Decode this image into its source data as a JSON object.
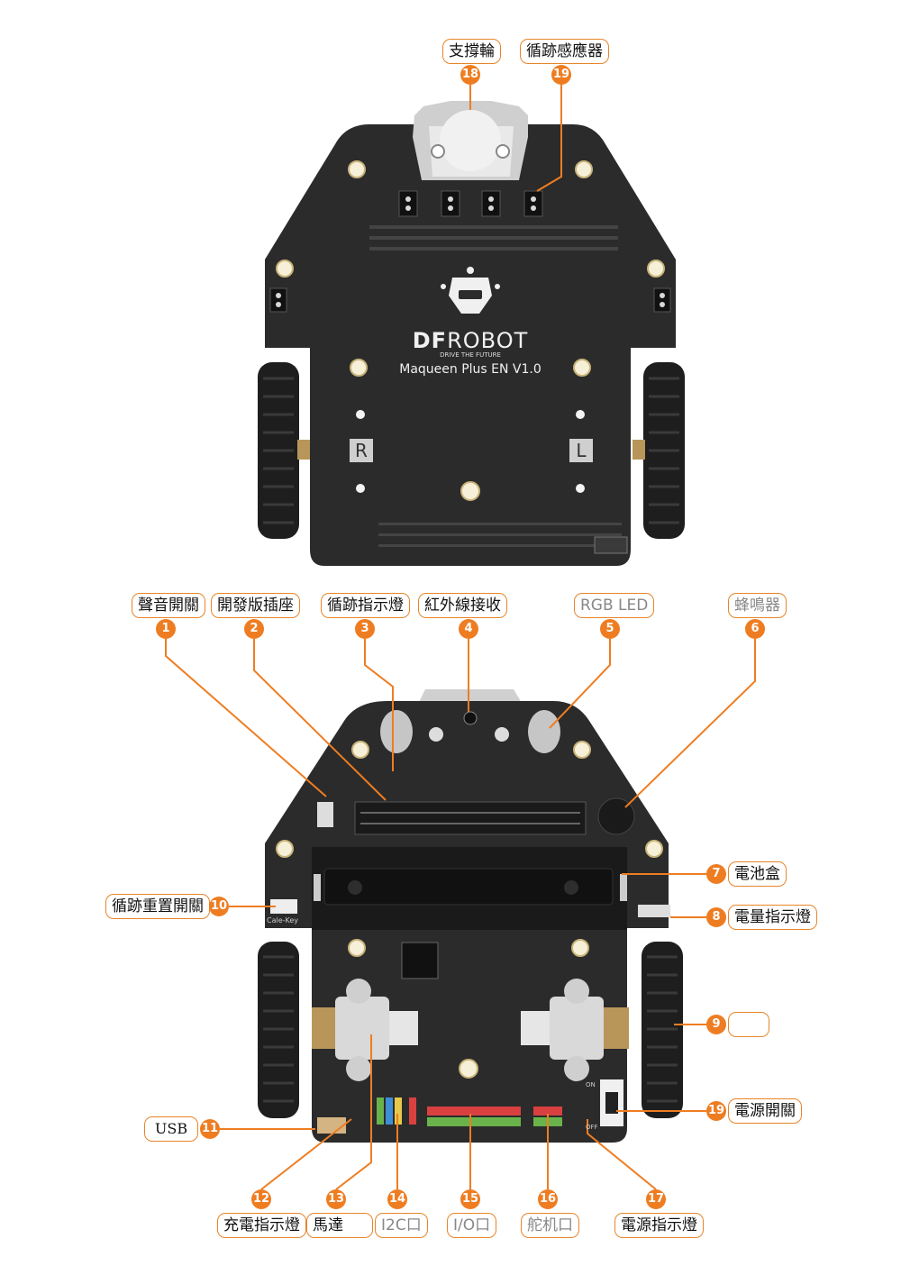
{
  "top_labels": [
    "支撐輪",
    "循跡感應器"
  ],
  "top_numbers": [
    "18",
    "19"
  ],
  "board": {
    "brand_dark": "DF",
    "brand_light": "ROBOT",
    "tagline": "DRIVE THE FUTURE",
    "model": "Maqueen Plus EN V1.0",
    "side_left": "R",
    "side_right": "L",
    "cal_key": "Cale-Key",
    "on": "ON",
    "off": "OFF"
  },
  "bottom_labels": [
    {
      "num": "1",
      "text": "聲音開關"
    },
    {
      "num": "2",
      "text": "開發版插座"
    },
    {
      "num": "3",
      "text": "循跡指示燈"
    },
    {
      "num": "4",
      "text": "紅外線接收"
    },
    {
      "num": "5",
      "text": "RGB LED"
    },
    {
      "num": "6",
      "text": "蜂鳴器"
    },
    {
      "num": "7",
      "text": "電池盒"
    },
    {
      "num": "8",
      "text": "電量指示燈"
    },
    {
      "num": "9",
      "text": ""
    },
    {
      "num": "10",
      "text": "循跡重置開關"
    },
    {
      "num": "11",
      "text": "USB"
    },
    {
      "num": "12",
      "text": "充電指示燈"
    },
    {
      "num": "13",
      "text": "馬達"
    },
    {
      "num": "14",
      "text": "I2C口"
    },
    {
      "num": "15",
      "text": "I/O口"
    },
    {
      "num": "16",
      "text": "舵机口"
    },
    {
      "num": "17",
      "text": "電源指示燈"
    },
    {
      "num": "19",
      "text": "電源開關"
    }
  ],
  "colors": {
    "accent": "#ee7d22",
    "pcb": "#2b2b2b",
    "tire": "#1e1e1e"
  }
}
